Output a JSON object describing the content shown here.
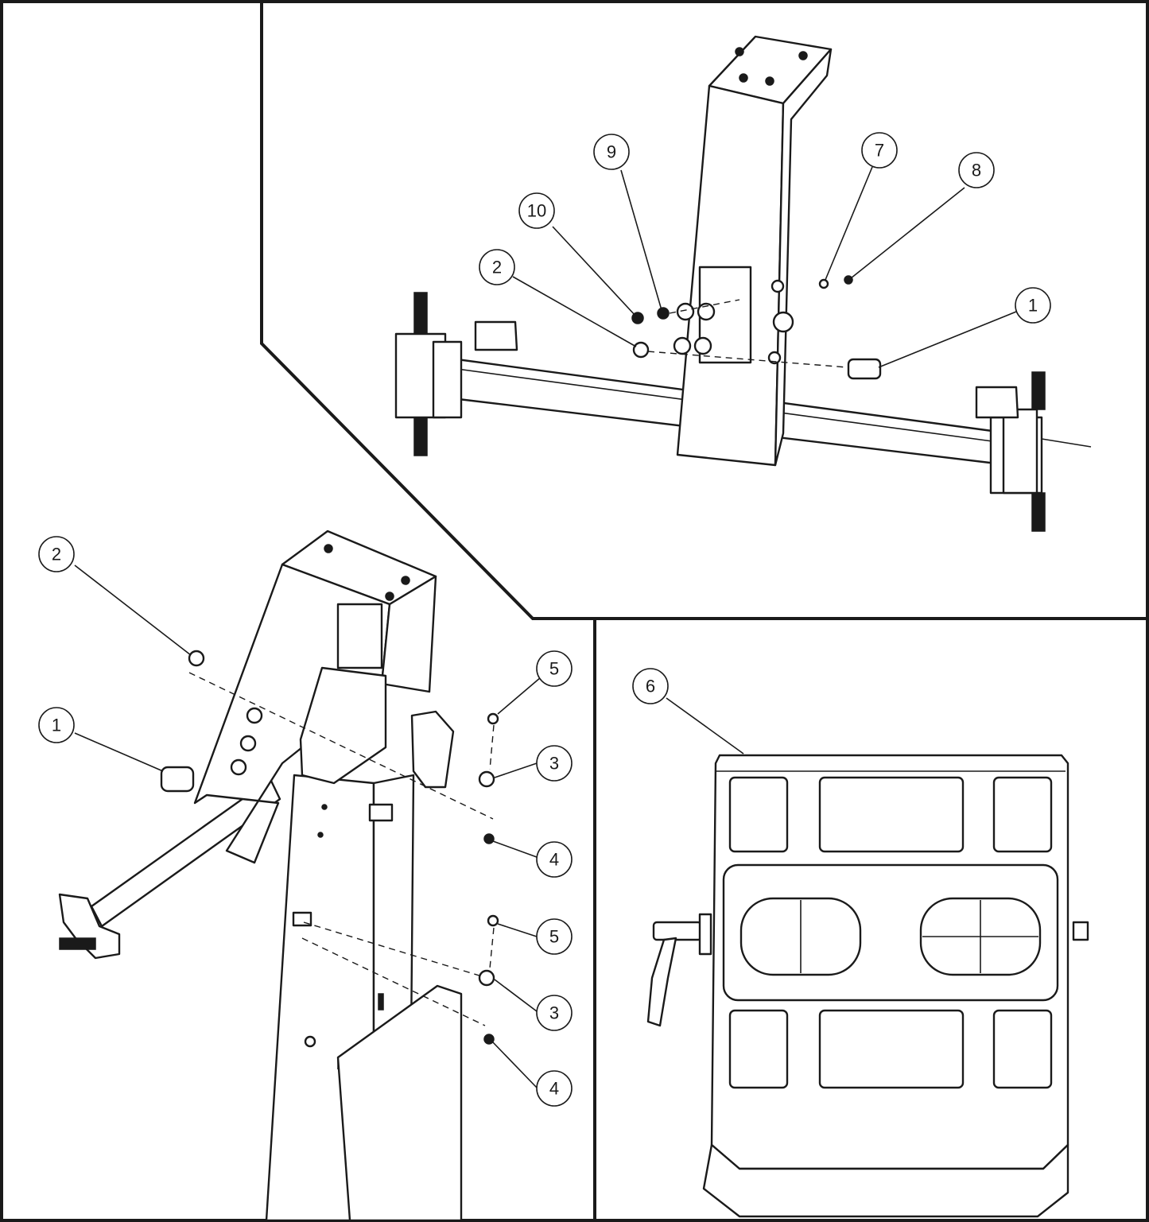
{
  "callouts": [
    {
      "id": "top-10",
      "label": "10"
    },
    {
      "id": "top-9",
      "label": "9"
    },
    {
      "id": "top-7",
      "label": "7"
    },
    {
      "id": "top-8",
      "label": "8"
    },
    {
      "id": "top-2",
      "label": "2"
    },
    {
      "id": "top-1",
      "label": "1"
    },
    {
      "id": "left-2",
      "label": "2"
    },
    {
      "id": "left-1",
      "label": "1"
    },
    {
      "id": "left-5a",
      "label": "5"
    },
    {
      "id": "left-3a",
      "label": "3"
    },
    {
      "id": "left-4a",
      "label": "4"
    },
    {
      "id": "left-5b",
      "label": "5"
    },
    {
      "id": "left-3b",
      "label": "3"
    },
    {
      "id": "left-4b",
      "label": "4"
    },
    {
      "id": "right-6",
      "label": "6"
    }
  ],
  "colors": {
    "line": "#1a1a1a",
    "background": "#ffffff"
  }
}
